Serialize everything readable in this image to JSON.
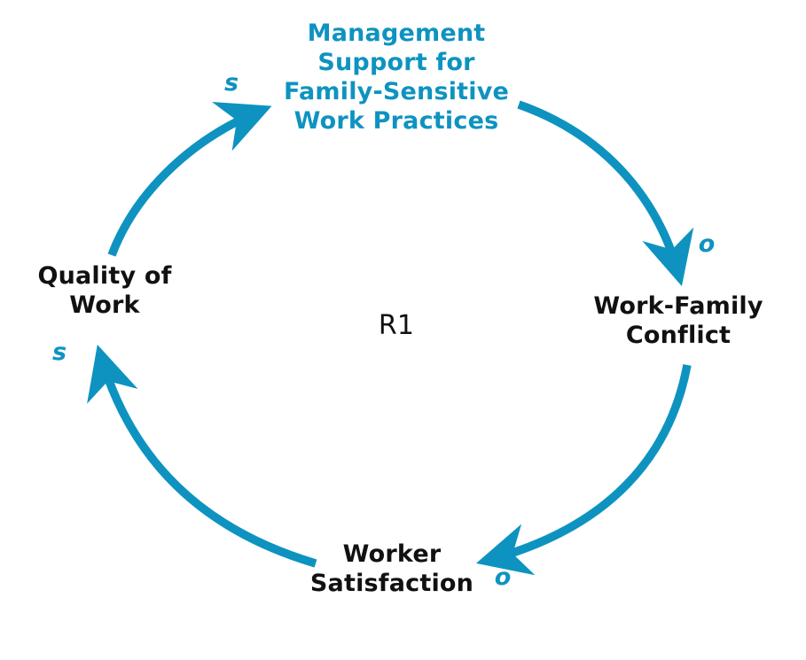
{
  "diagram": {
    "type": "causal-loop-diagram",
    "title": "",
    "background_color": "#ffffff",
    "accent_color": "#0e93c0",
    "text_color": "#111111",
    "loop_identifier": "R1",
    "loop_type": "reinforcing",
    "nodes": [
      {
        "id": "management-support",
        "label": "Management\nSupport for\nFamily-Sensitive\nWork Practices",
        "color": "#0e93c0",
        "position": "top"
      },
      {
        "id": "work-family-conflict",
        "label": "Work-Family\nConflict",
        "color": "#111111",
        "position": "right"
      },
      {
        "id": "worker-satisfaction",
        "label": "Worker\nSatisfaction",
        "color": "#111111",
        "position": "bottom"
      },
      {
        "id": "quality-of-work",
        "label": "Quality of\nWork",
        "color": "#111111",
        "position": "left"
      }
    ],
    "links": [
      {
        "id": "management-support-to-work-family-conflict",
        "from": "management-support",
        "to": "work-family-conflict",
        "polarity": "o",
        "color": "#0e93c0"
      },
      {
        "id": "work-family-conflict-to-worker-satisfaction",
        "from": "work-family-conflict",
        "to": "worker-satisfaction",
        "polarity": "o",
        "color": "#0e93c0"
      },
      {
        "id": "worker-satisfaction-to-quality-of-work",
        "from": "worker-satisfaction",
        "to": "quality-of-work",
        "polarity": "s",
        "color": "#0e93c0"
      },
      {
        "id": "quality-of-work-to-management-support",
        "from": "quality-of-work",
        "to": "management-support",
        "polarity": "s",
        "color": "#0e93c0"
      }
    ]
  }
}
